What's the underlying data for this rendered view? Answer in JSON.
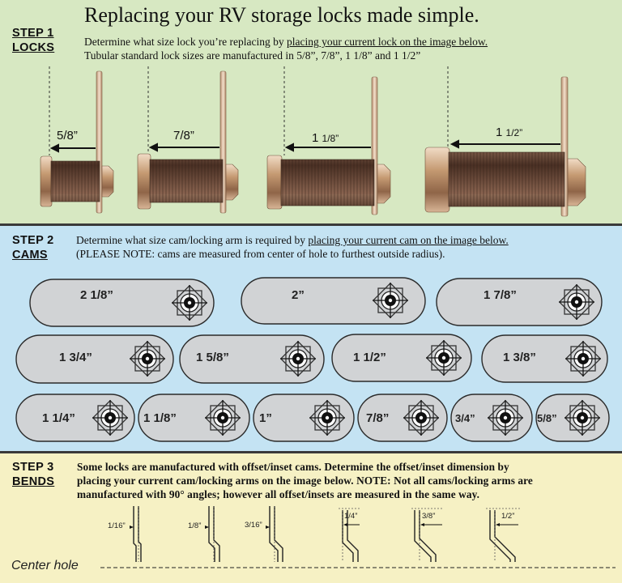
{
  "title": "Replacing your RV storage locks made simple.",
  "step1": {
    "label_top": "STEP 1",
    "label_bottom": "LOCKS",
    "line1_plain": "Determine what size lock you’re replacing by ",
    "line1_underlined": "placing your current lock on the image below.",
    "line2": "Tubular standard lock sizes are manufactured in 5/8”, 7/8”, 1 1/8” and 1 1/2”",
    "locks": [
      {
        "size": "5/8”"
      },
      {
        "size": "7/8”"
      },
      {
        "size_whole": "1",
        "size_frac": "1/8”"
      },
      {
        "size_whole": "1",
        "size_frac": "1/2”"
      }
    ]
  },
  "step2": {
    "label_top": "STEP 2",
    "label_bottom": "CAMS",
    "line1_plain": "Determine what size cam/locking arm is required by ",
    "line1_underlined": "placing your current cam on the image below.",
    "line2": "(PLEASE NOTE: cams are measured from center of hole to furthest outside radius).",
    "cams": [
      "2 1/8”",
      "2”",
      "1 7/8”",
      "1 3/4”",
      "1 5/8”",
      "1 1/2”",
      "1 3/8”",
      "1 1/4”",
      "1 1/8”",
      "1”",
      "7/8”",
      "3/4”",
      "5/8”"
    ]
  },
  "step3": {
    "label_top": "STEP 3",
    "label_bottom": "BENDS",
    "line1": "Some locks are manufactured with offset/inset cams. Determine the offset/inset dimension by",
    "line2": "placing your current cam/locking arms on the image below. NOTE: Not all cams/locking arms are",
    "line3": "manufactured with 90° angles; however all offset/insets are measured in the same way.",
    "bends": [
      "1/16”",
      "1/8”",
      "3/16”",
      "1/4”",
      "3/8”",
      "1/2”"
    ],
    "center_hole": "Center hole"
  },
  "colors": {
    "step1_bg": "#d7e8c2",
    "step2_bg": "#c4e3f3",
    "step3_bg": "#f6f1c4",
    "cam_fill": "#d0d2d4",
    "brass": "#c9a27a"
  },
  "icons": [
    "lock-cylinder-icon",
    "cam-arm-icon",
    "cam-hole-target-icon",
    "bend-profile-icon",
    "arrow-left-icon"
  ]
}
